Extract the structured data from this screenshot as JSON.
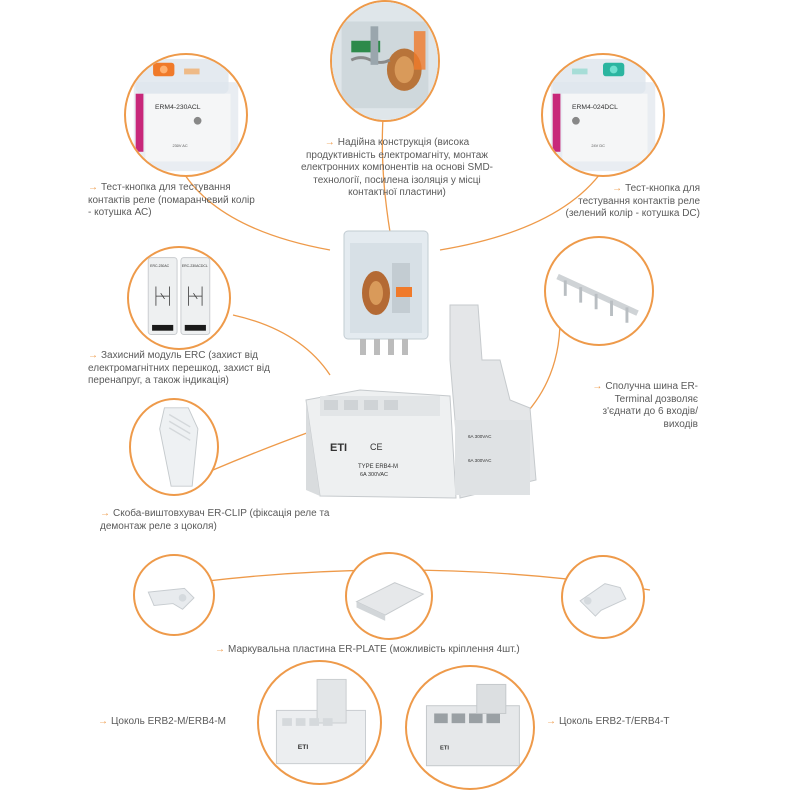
{
  "relay_ac_label": "ERM4-230ACL",
  "relay_ac_voltage": "230V AC",
  "relay_dc_label": "ERM4-024DCL",
  "relay_dc_voltage": "24V DC",
  "erc_module_1": "ERC-230AC",
  "erc_module_2": "ERC-230ACDCL",
  "callout_test_ac": "Тест-кнопка для тестування контактів реле (помаранчевий колір - котушка АС)",
  "callout_construction": "Надійна конструкція (висока продуктивність електромагніту, монтаж електронних компонентів на основі SMD-технології, посилена ізоляція у місці контактної пластини)",
  "callout_test_dc": "Тест-кнопка для тестування контактів реле (зелений колір - котушка DC)",
  "callout_erc": "Захисний модуль ERC (захист від електромагнітних перешкод, захист від перенапруг, а також індикація)",
  "callout_bus": "Сполучна шина ER-Terminal дозволяє з'єднати до 6 входів/виходів",
  "callout_clip": "Скоба-виштовхувач ER-CLIP (фіксація реле та демонтаж реле з цоколя)",
  "callout_plate": "Маркувальна пластина ER-PLATE (можливість кріплення 4шт.)",
  "callout_socket_m": "Цоколь ERB2-M/ERB4-M",
  "callout_socket_t": "Цоколь ERB2-T/ERB4-T",
  "socket_brand": "ETI",
  "socket_ce": "CE",
  "socket_type": "TYPE ERB4-M",
  "socket_rating": "6A 300VAC",
  "socket_side_rating": "6A 300VAC",
  "socket_side_rating2": "6A 300VAC",
  "colors": {
    "accent": "#ee9a4a",
    "text": "#5a5a5a",
    "orange_button": "#f07a2a",
    "green_button": "#2bb5a0",
    "pink_stripe": "#c8287a"
  }
}
